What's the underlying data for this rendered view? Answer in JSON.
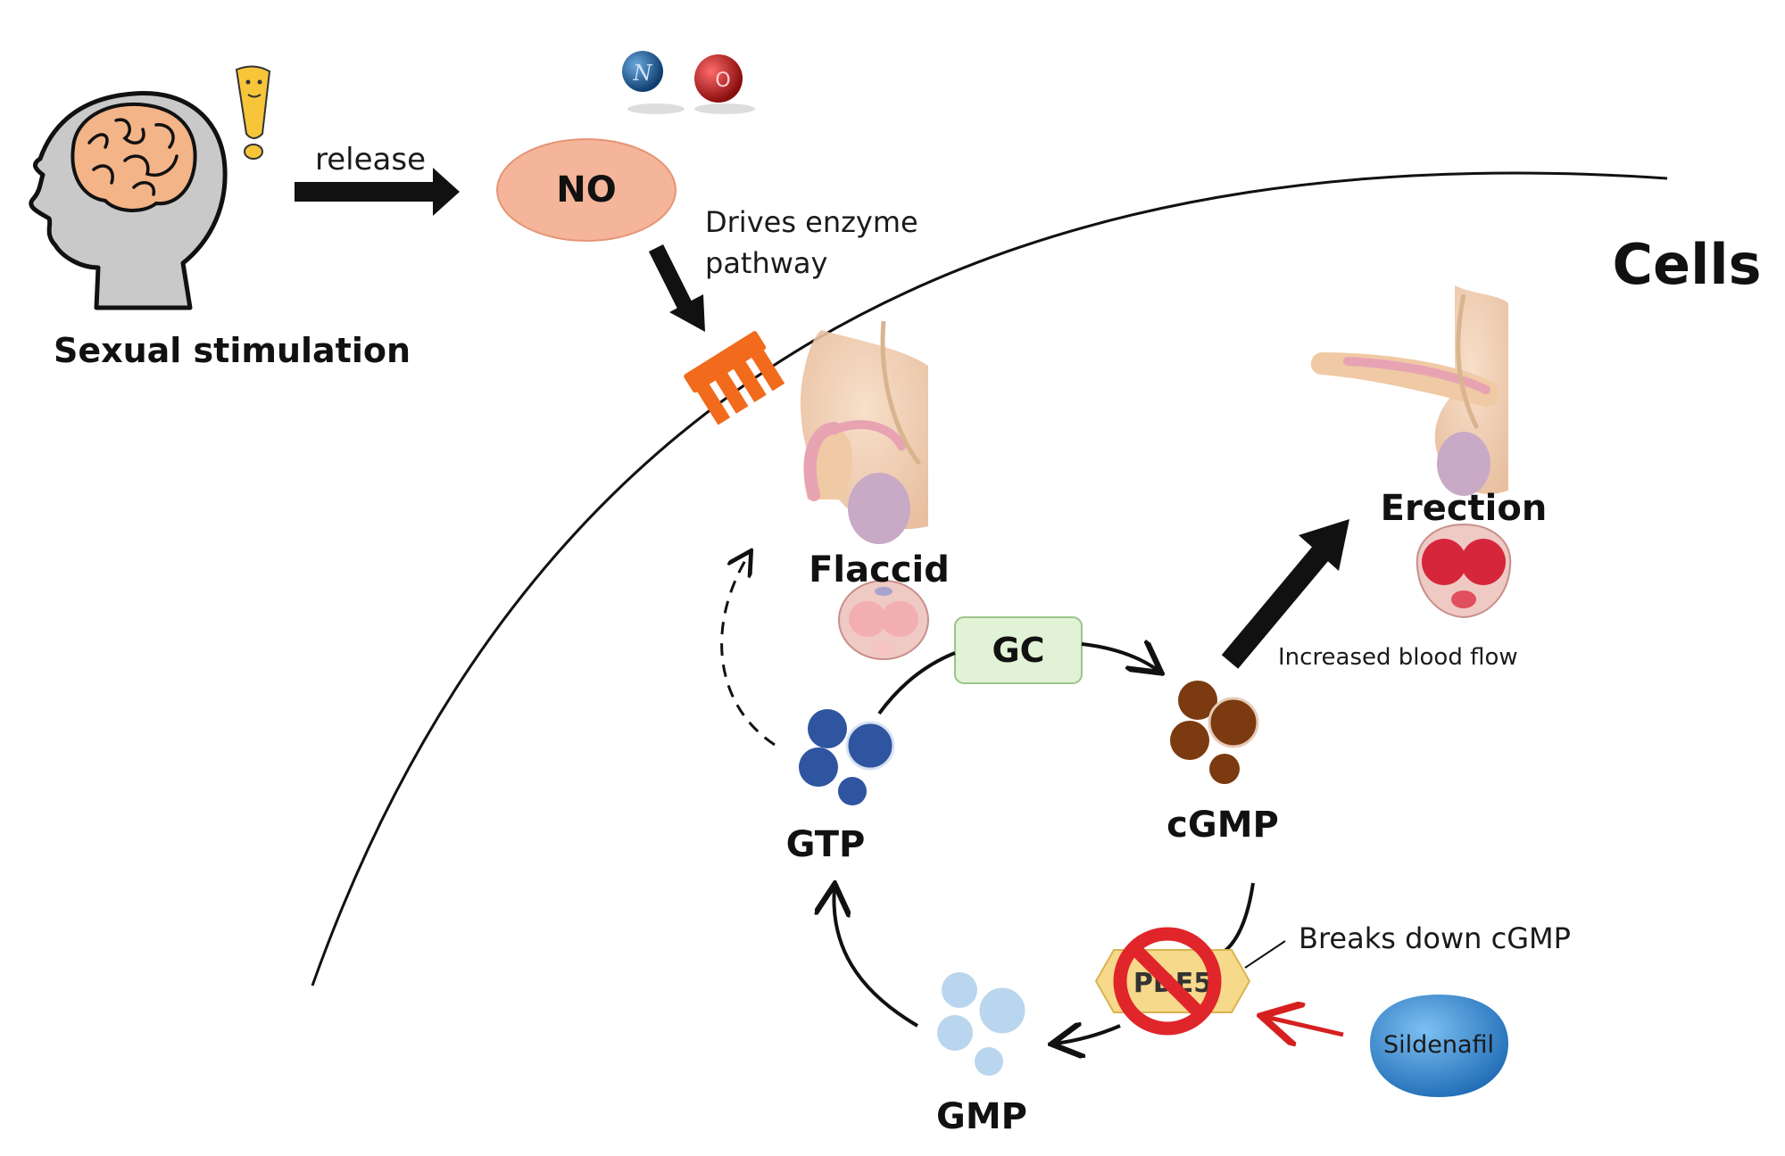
{
  "labels": {
    "sexual_stimulation": "Sexual stimulation",
    "release": "release",
    "no": "NO",
    "drives_enzyme_line1": "Drives enzyme",
    "drives_enzyme_line2": "pathway",
    "cells": "Cells",
    "flaccid": "Flaccid",
    "erection": "Erection",
    "gc": "GC",
    "increased_blood_flow": "Increased blood flow",
    "gtp": "GTP",
    "cgmp": "cGMP",
    "gmp": "GMP",
    "breaks_down": "Breaks down cGMP",
    "pde5": "PDE5",
    "sildenafil": "Sildenafil",
    "atom_n": "N",
    "atom_o": "O"
  },
  "colors": {
    "no_oval": "#f5b59a",
    "receptor": "#f26a1b",
    "gc_box": "#e2f2d6",
    "gtp": "#2f55a0",
    "cgmp": "#7b3a10",
    "gmp": "#b9d6ee",
    "pde5": "#f6d98a",
    "no_sign": "#e0252b",
    "inhibit_arrow": "#d62020",
    "sildenafil": "#3a8fd6",
    "brain": "#f3b488",
    "head": "#c9c9c9"
  },
  "icons": [
    "head-brain-icon",
    "exclamation-icon",
    "no-molecule-icon",
    "receptor-icon",
    "flaccid-anatomy-icon",
    "erection-anatomy-icon",
    "prohibition-icon",
    "pill-icon"
  ]
}
